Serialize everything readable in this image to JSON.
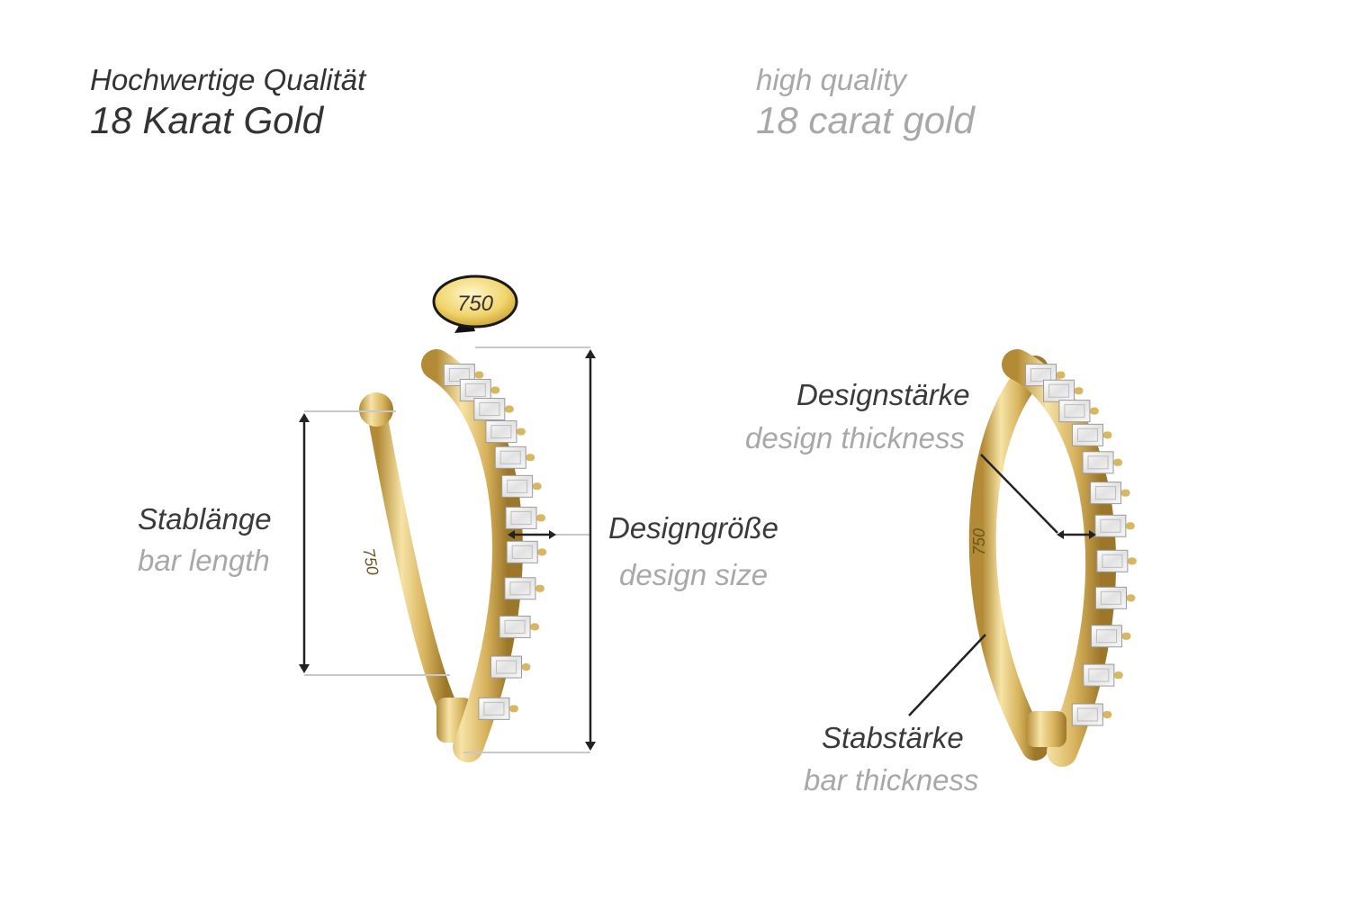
{
  "header": {
    "de_line1": "Hochwertige Qualität",
    "de_line2": "18 Karat Gold",
    "en_line1": "high quality",
    "en_line2": "18 carat gold"
  },
  "hallmark": {
    "text": "750"
  },
  "left_product": {
    "engraving": "750",
    "bar_length": {
      "de": "Stablänge",
      "en": "bar length"
    },
    "design_size": {
      "de": "Designgröße",
      "en": "design size"
    }
  },
  "right_product": {
    "engraving": "750",
    "design_thickness": {
      "de": "Designstärke",
      "en": "design thickness"
    },
    "bar_thickness": {
      "de": "Stabstärke",
      "en": "bar thickness"
    }
  },
  "colors": {
    "gold_light": "#f3dc9a",
    "gold_mid": "#d9b660",
    "gold_dark": "#a9832f",
    "gem": "#f4f4f4",
    "measure_line": "#222222",
    "guide_line": "#c8c8c8"
  }
}
